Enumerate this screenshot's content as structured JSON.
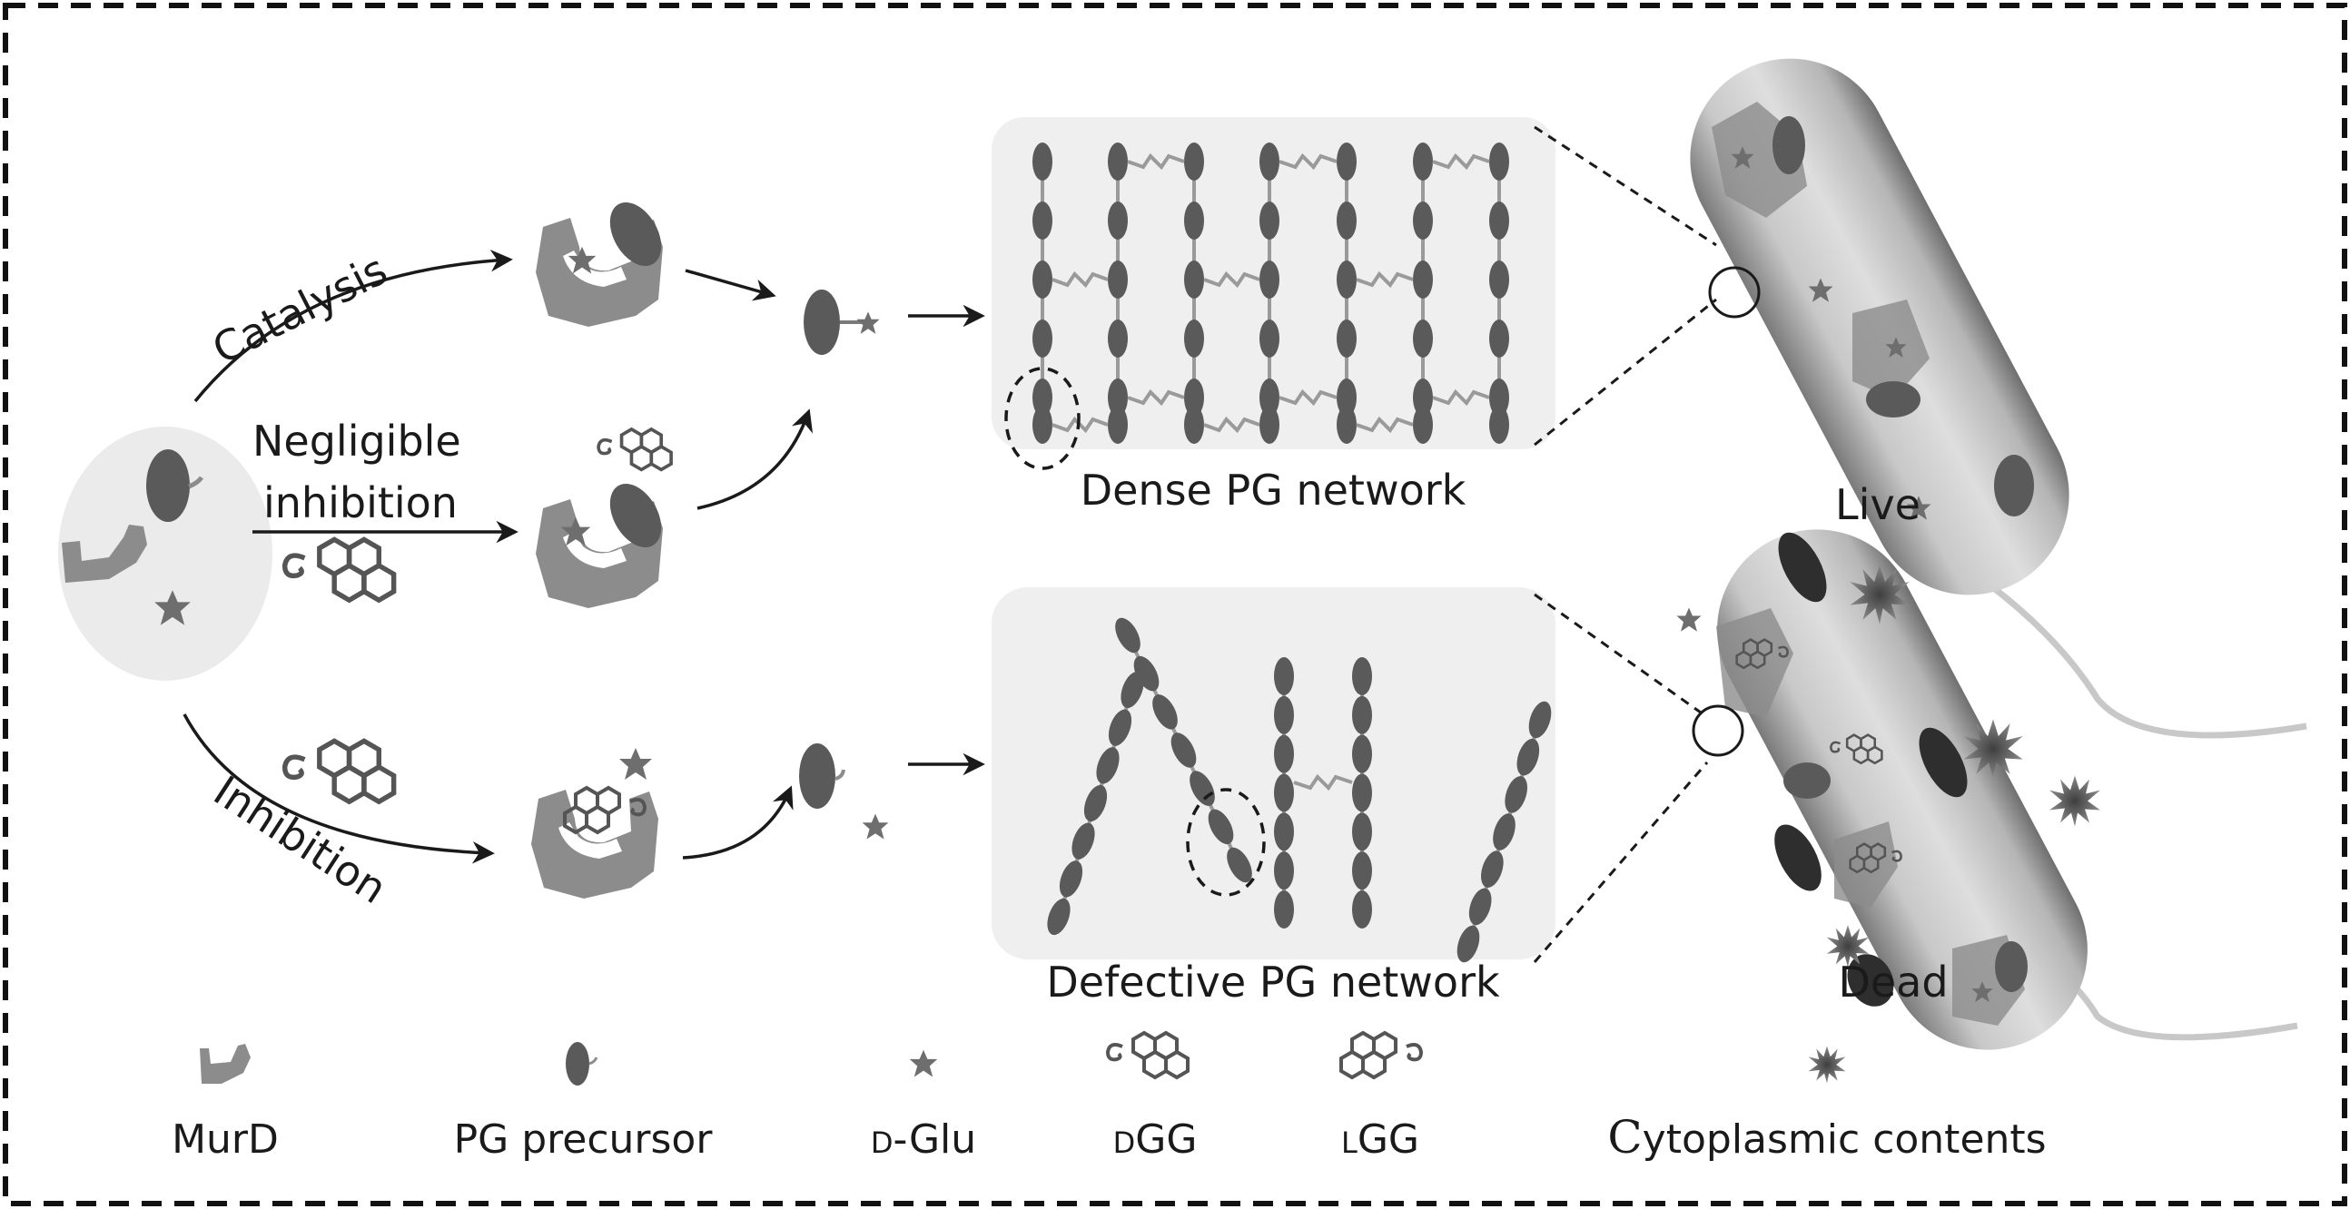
{
  "figure": {
    "pathways": {
      "catalysis": "Catalysis",
      "negligible_line1": "Negligible",
      "negligible_line2": "inhibition",
      "inhibition": "Inhibition"
    },
    "networks": {
      "dense": "Dense PG network",
      "defective": "Defective PG network"
    },
    "outcomes": {
      "live": "Live",
      "dead": "Dead"
    },
    "legend": [
      {
        "icon": "murd-icon",
        "label": "MurD"
      },
      {
        "icon": "pg-precursor-icon",
        "label": "PG precursor"
      },
      {
        "icon": "d-glu-star-icon",
        "prefix": "D",
        "label": "-Glu"
      },
      {
        "icon": "dgg-icon",
        "prefix": "D",
        "label": "GG"
      },
      {
        "icon": "lgg-icon",
        "prefix": "L",
        "label": "GG"
      },
      {
        "icon": "cytoplasmic-burst-icon",
        "initial": "C",
        "label": "ytoplasmic contents"
      }
    ],
    "colors": {
      "enzyme": "#8c8c8c",
      "precursor": "#5a5a5a",
      "star": "#6e6e6e",
      "panel": "#efefef",
      "blob": "#ebebeb",
      "ink": "#1a1a1a"
    }
  }
}
